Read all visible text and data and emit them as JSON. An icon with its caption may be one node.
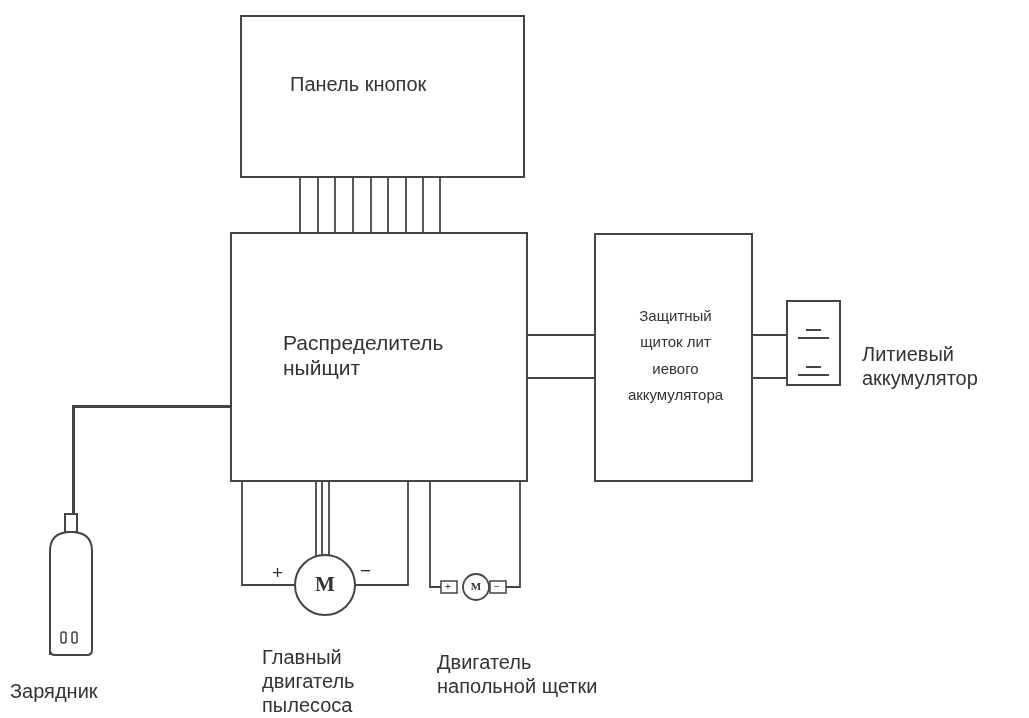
{
  "diagram": {
    "nodes": [
      {
        "text": [
          "Панель кнопок"
        ]
      },
      {
        "text": [
          "Распределитель ныйщит"
        ]
      },
      {
        "text": [
          "Защитный щиток лит иевого аккумулятора"
        ]
      },
      {
        "text": [
          "Литиевый аккумулятор"
        ]
      },
      {
        "text": [
          "Зарядник"
        ]
      },
      {
        "text": [
          "M",
          "Главный двигатель пылесоса"
        ]
      },
      {
        "text": [
          "M",
          "Двигатель напольной щетки"
        ]
      }
    ],
    "edges": [
      {
        "from": 0,
        "to": 1,
        "arrow": "none"
      },
      {
        "from": 0,
        "to": 1,
        "arrow": "none"
      },
      {
        "from": 0,
        "to": 1,
        "arrow": "none"
      },
      {
        "from": 0,
        "to": 1,
        "arrow": "none"
      },
      {
        "from": 0,
        "to": 1,
        "arrow": "none"
      },
      {
        "from": 0,
        "to": 1,
        "arrow": "none"
      },
      {
        "from": 0,
        "to": 1,
        "arrow": "none"
      },
      {
        "from": 0,
        "to": 1,
        "arrow": "none"
      },
      {
        "from": 0,
        "to": 1,
        "arrow": "none"
      },
      {
        "from": 1,
        "to": 2,
        "arrow": "none"
      },
      {
        "from": 1,
        "to": 2,
        "arrow": "none"
      },
      {
        "from": 2,
        "to": 3,
        "arrow": "none"
      },
      {
        "from": 2,
        "to": 3,
        "arrow": "none"
      },
      {
        "from": 1,
        "to": 4,
        "arrow": "none"
      },
      {
        "from": 1,
        "to": 5,
        "arrow": "none"
      },
      {
        "from": 1,
        "to": 5,
        "arrow": "none"
      },
      {
        "from": 1,
        "to": 5,
        "arrow": "none"
      },
      {
        "from": 1,
        "to": 5,
        "arrow": "none"
      },
      {
        "from": 1,
        "to": 5,
        "arrow": "none"
      },
      {
        "from": 1,
        "to": 6,
        "arrow": "none"
      },
      {
        "from": 1,
        "to": 6,
        "arrow": "none"
      }
    ],
    "labels": [
      "+",
      "−",
      "+",
      "−"
    ]
  }
}
